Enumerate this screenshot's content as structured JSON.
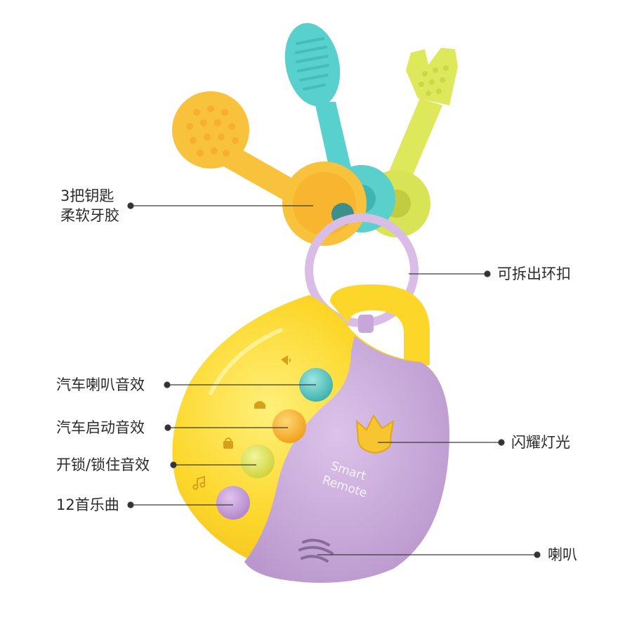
{
  "callouts": {
    "keys_line1": "3把钥匙",
    "keys_line2": "柔软牙胶",
    "ring": "可拆出环扣",
    "horn": "汽车喇叭音效",
    "start": "汽车启动音效",
    "lock": "开锁/锁住音效",
    "music": "12首乐曲",
    "light": "闪耀灯光",
    "speaker": "喇叭"
  },
  "brand": {
    "line1": "Smart",
    "line2": "Remote"
  },
  "colors": {
    "yellow_body": "#fcd72a",
    "purple_body": "#c8a9d8",
    "teal_button": "#5cc6c2",
    "orange_button": "#f8b52d",
    "lime_button": "#e2e75a",
    "lavender_button": "#c69fd8",
    "orange_key": "#f9c23c",
    "teal_key": "#58d0cd",
    "lime_key": "#dde95a",
    "ring": "#d9bde6"
  },
  "icons": [
    "horn-icon",
    "car-icon",
    "lock-icon",
    "music-note-icon",
    "crown-icon",
    "speaker-grille-icon"
  ]
}
